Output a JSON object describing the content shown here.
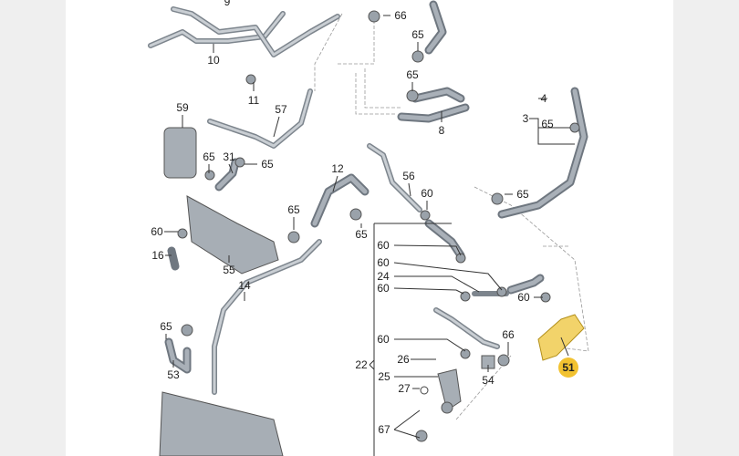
{
  "diagram": {
    "highlight_color": "#f2c230",
    "highlighted_part": "51",
    "callouts": [
      "9",
      "66",
      "65",
      "10",
      "65",
      "11",
      "59",
      "57",
      "8",
      "4",
      "3",
      "65",
      "65",
      "31",
      "65",
      "12",
      "56",
      "60",
      "65",
      "65",
      "60",
      "65",
      "16",
      "55",
      "60",
      "60",
      "24",
      "60",
      "60",
      "14",
      "65",
      "66",
      "60",
      "26",
      "22",
      "51",
      "25",
      "53",
      "54",
      "27",
      "67"
    ]
  }
}
